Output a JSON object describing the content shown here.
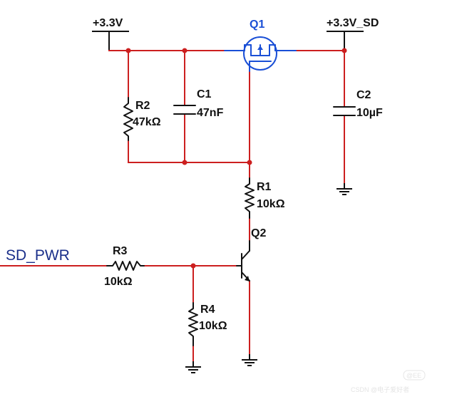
{
  "rails": {
    "vin": "+3.3V",
    "vout": "+3.3V_SD"
  },
  "components": {
    "q1": {
      "ref": "Q1"
    },
    "q2": {
      "ref": "Q2"
    },
    "r1": {
      "ref": "R1",
      "value": "10kΩ"
    },
    "r2": {
      "ref": "R2",
      "value": "47kΩ"
    },
    "r3": {
      "ref": "R3",
      "value": "10kΩ"
    },
    "r4": {
      "ref": "R4",
      "value": "10kΩ"
    },
    "c1": {
      "ref": "C1",
      "value": "47nF"
    },
    "c2": {
      "ref": "C2",
      "value": "10µF"
    }
  },
  "nets": {
    "input": "SD_PWR"
  },
  "watermark": {
    "badge": "@EE",
    "text": "CSDN @电子爱好者"
  },
  "colors": {
    "wire": "#cc1f1f",
    "mosfet": "#1a4fd6",
    "net_label": "#1a2f8a"
  }
}
